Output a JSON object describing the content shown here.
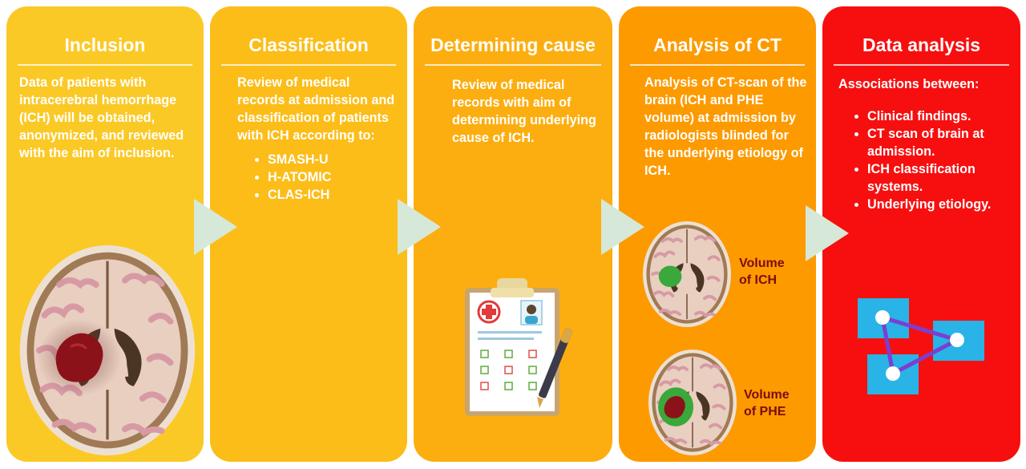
{
  "panels": [
    {
      "title": "Inclusion",
      "text": "Data of patients with intracerebral hemorrhage (ICH) will be obtained, anonymized, and reviewed with the aim of inclusion."
    },
    {
      "title": "Classification",
      "text": "Review of medical records at admission and classification of patients with ICH according to:",
      "bullets": [
        "SMASH-U",
        "H-ATOMIC",
        "CLAS-ICH"
      ]
    },
    {
      "title": "Determining cause",
      "text": "Review of medical records with aim of determining underlying cause of ICH."
    },
    {
      "title": "Analysis of CT",
      "text": "Analysis of CT-scan of the brain (ICH and PHE volume) at admission by radiologists blinded for the underlying etiology of ICH.",
      "label_ich": [
        "Volume",
        "of ICH"
      ],
      "label_phe": [
        "Volume",
        "of PHE"
      ]
    },
    {
      "title": "Data analysis",
      "text": "Associations between:",
      "bullets": [
        "Clinical findings.",
        "CT scan of brain at admission.",
        "ICH classification systems.",
        "Underlying etiology."
      ]
    }
  ],
  "colors": {
    "panel1": "#fbc926",
    "panel2": "#fcbd18",
    "panel3": "#fcae10",
    "panel4": "#fd9a00",
    "panel5": "#f70f0f",
    "arrow": "#d6e8d8",
    "hemorrhage": "#8b1218",
    "edema": "#3aa83a",
    "network_node": "#29b3e6",
    "network_edge": "#7b3fd1"
  },
  "icons": [
    "brain-ct-icon",
    "clipboard-icon",
    "pen-icon",
    "network-graph-icon",
    "arrow-right-icon"
  ]
}
